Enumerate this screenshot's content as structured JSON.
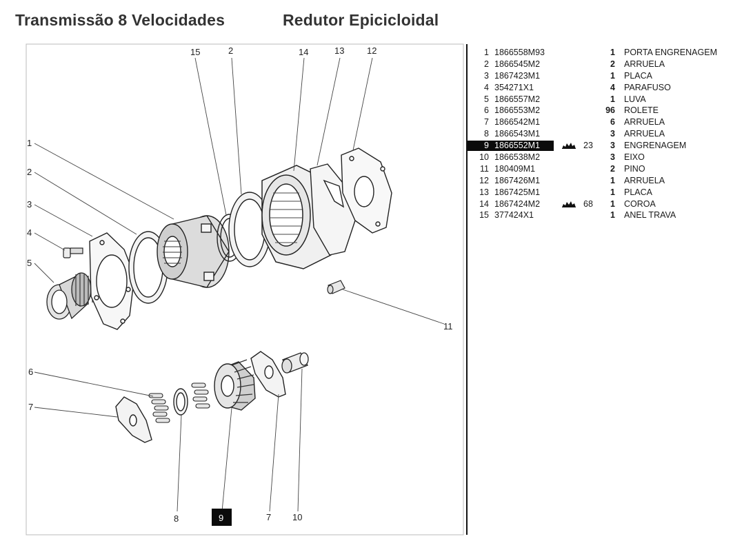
{
  "header": {
    "title_left": "Transmissão 8 Velocidades",
    "title_right": "Redutor Epicicloidal"
  },
  "diagram": {
    "callouts": [
      "1",
      "2",
      "3",
      "4",
      "5",
      "15",
      "2",
      "14",
      "13",
      "12",
      "11",
      "6",
      "7",
      "8",
      "9",
      "7",
      "10"
    ],
    "highlighted": "9"
  },
  "parts": [
    {
      "n": "1",
      "code": "1866558M93",
      "qty": "1",
      "desc": "PORTA ENGRENAGEM"
    },
    {
      "n": "2",
      "code": "1866545M2",
      "qty": "2",
      "desc": "ARRUELA"
    },
    {
      "n": "3",
      "code": "1867423M1",
      "qty": "1",
      "desc": "PLACA"
    },
    {
      "n": "4",
      "code": "354271X1",
      "qty": "4",
      "desc": "PARAFUSO"
    },
    {
      "n": "5",
      "code": "1866557M2",
      "qty": "1",
      "desc": "LUVA"
    },
    {
      "n": "6",
      "code": "1866553M2",
      "qty": "96",
      "desc": "ROLETE"
    },
    {
      "n": "7",
      "code": "1866542M1",
      "qty": "6",
      "desc": "ARRUELA"
    },
    {
      "n": "8",
      "code": "1866543M1",
      "qty": "3",
      "desc": "ARRUELA"
    },
    {
      "n": "9",
      "code": "1866552M1",
      "qty": "3",
      "desc": "ENGRENAGEM",
      "ref": "23",
      "highlight": true
    },
    {
      "n": "10",
      "code": "1866538M2",
      "qty": "3",
      "desc": "EIXO"
    },
    {
      "n": "11",
      "code": "180409M1",
      "qty": "2",
      "desc": "PINO"
    },
    {
      "n": "12",
      "code": "1867426M1",
      "qty": "1",
      "desc": "ARRUELA"
    },
    {
      "n": "13",
      "code": "1867425M1",
      "qty": "1",
      "desc": "PLACA"
    },
    {
      "n": "14",
      "code": "1867424M2",
      "qty": "1",
      "desc": "COROA",
      "ref": "68"
    },
    {
      "n": "15",
      "code": "377424X1",
      "qty": "1",
      "desc": "ANEL TRAVA"
    }
  ]
}
